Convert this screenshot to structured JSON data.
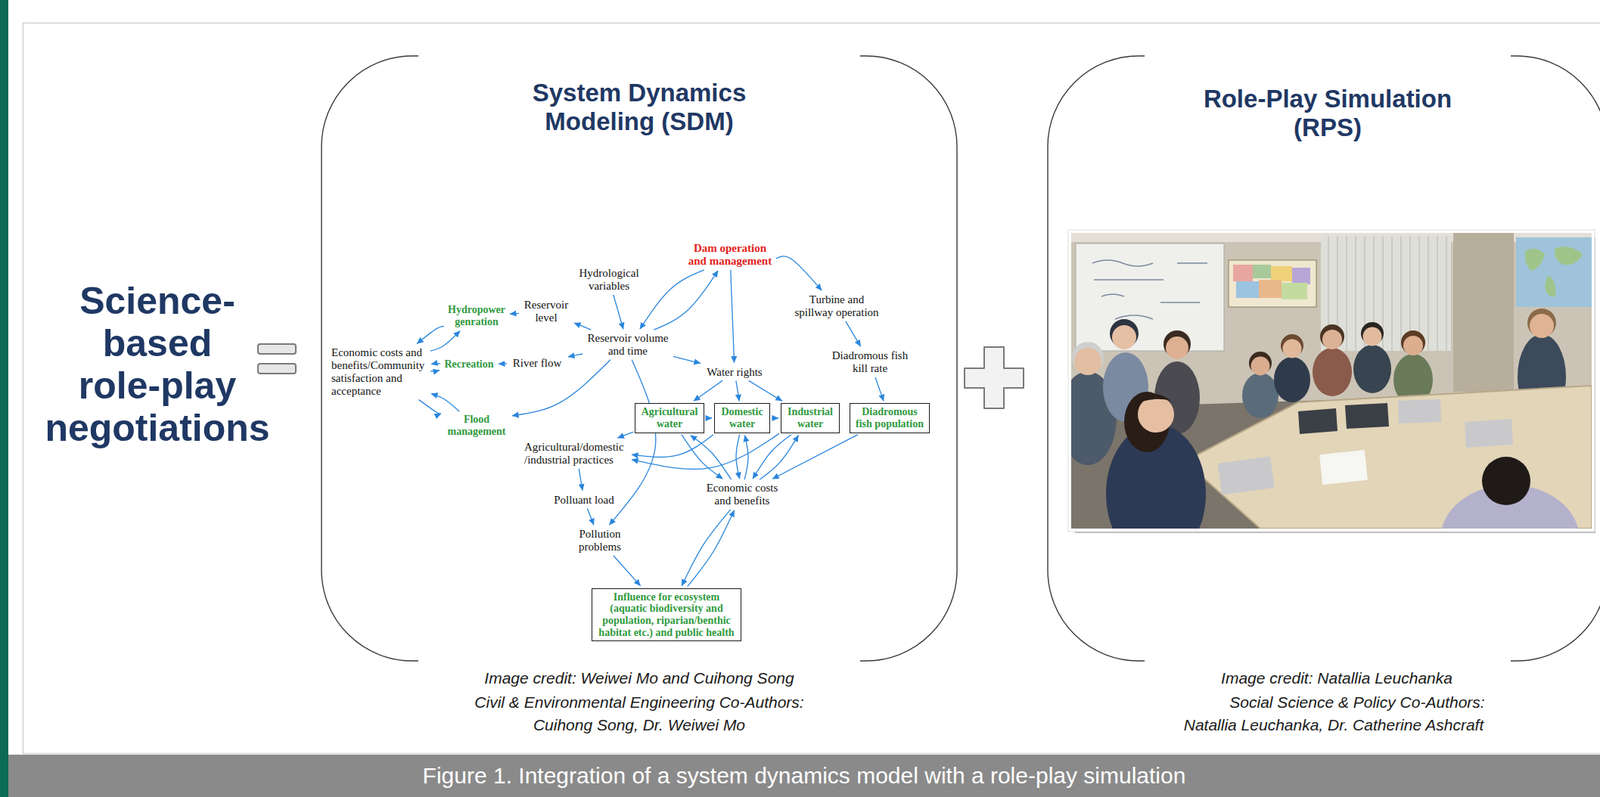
{
  "diagram": {
    "caption": "Figure 1. Integration of a system dynamics model with a role-play simulation",
    "nodes": [
      {
        "text": [
          "System Dynamics Modeling (SDM)"
        ]
      },
      {
        "text": [
          "Dam operation and management"
        ],
        "in": 0
      },
      {
        "text": [
          "Hydrological variables"
        ],
        "in": 0
      },
      {
        "text": [
          "Hydropower genration"
        ],
        "in": 0
      },
      {
        "text": [
          "Reservoir level"
        ],
        "in": 0
      },
      {
        "text": [
          "Reservoir volume and time"
        ],
        "in": 0
      },
      {
        "text": [
          "Turbine and spillway operation"
        ],
        "in": 0
      },
      {
        "text": [
          "Economic costs and benefits/Community satisfaction and acceptance"
        ],
        "in": 0
      },
      {
        "text": [
          "Recreation"
        ],
        "in": 0
      },
      {
        "text": [
          "River flow"
        ],
        "in": 0
      },
      {
        "text": [
          "Diadromous fish kill rate"
        ],
        "in": 0
      },
      {
        "text": [
          "Water rights"
        ],
        "in": 0
      },
      {
        "text": [
          "Flood management"
        ],
        "in": 0
      },
      {
        "text": [
          "Agricultural water"
        ],
        "in": 0
      },
      {
        "text": [
          "Domestic water"
        ],
        "in": 0
      },
      {
        "text": [
          "Industrial water"
        ],
        "in": 0
      },
      {
        "text": [
          "Diadromous fish population"
        ],
        "in": 0
      },
      {
        "text": [
          "Agricultural/domestic /industrial practices"
        ],
        "in": 0
      },
      {
        "text": [
          "Economic costs and benefits"
        ],
        "in": 0
      },
      {
        "text": [
          "Polluant load"
        ],
        "in": 0
      },
      {
        "text": [
          "Pollution problems"
        ],
        "in": 0
      },
      {
        "text": [
          "Influence for ecosystem (aquatic biodiversity and population, riparian/benthic habitat etc.) and public health"
        ],
        "in": 0
      },
      {
        "text": [
          "Role-Play Simulation (RPS)"
        ]
      }
    ],
    "edges": [
      {
        "from": 1,
        "to": 5,
        "arrow": "to"
      },
      {
        "from": 5,
        "to": 1,
        "arrow": "to"
      },
      {
        "from": 2,
        "to": 5,
        "arrow": "to"
      },
      {
        "from": 5,
        "to": 4,
        "arrow": "to"
      },
      {
        "from": 4,
        "to": 3,
        "arrow": "to"
      },
      {
        "from": 5,
        "to": 9,
        "arrow": "to"
      },
      {
        "from": 9,
        "to": 8,
        "arrow": "to"
      },
      {
        "from": 5,
        "to": 12,
        "arrow": "to"
      },
      {
        "from": 3,
        "to": 7,
        "arrow": "to"
      },
      {
        "from": 7,
        "to": 3,
        "arrow": "to"
      },
      {
        "from": 8,
        "to": 7,
        "arrow": "to"
      },
      {
        "from": 7,
        "to": 8,
        "arrow": "to"
      },
      {
        "from": 12,
        "to": 7,
        "arrow": "to"
      },
      {
        "from": 7,
        "to": 12,
        "arrow": "to"
      },
      {
        "from": 1,
        "to": 6,
        "arrow": "to"
      },
      {
        "from": 6,
        "to": 10,
        "arrow": "to"
      },
      {
        "from": 10,
        "to": 16,
        "arrow": "to"
      },
      {
        "from": 1,
        "to": 11,
        "arrow": "to"
      },
      {
        "from": 5,
        "to": 11,
        "arrow": "to"
      },
      {
        "from": 11,
        "to": 13,
        "arrow": "to"
      },
      {
        "from": 11,
        "to": 14,
        "arrow": "to"
      },
      {
        "from": 11,
        "to": 15,
        "arrow": "to"
      },
      {
        "from": 13,
        "to": 14,
        "arrow": "to"
      },
      {
        "from": 14,
        "to": 15,
        "arrow": "to"
      },
      {
        "from": 13,
        "to": 17,
        "arrow": "to"
      },
      {
        "from": 14,
        "to": 17,
        "arrow": "to"
      },
      {
        "from": 15,
        "to": 17,
        "arrow": "to"
      },
      {
        "from": 17,
        "to": 19,
        "arrow": "to"
      },
      {
        "from": 19,
        "to": 20,
        "arrow": "to"
      },
      {
        "from": 20,
        "to": 21,
        "arrow": "to"
      },
      {
        "from": 13,
        "to": 18,
        "arrow": "to"
      },
      {
        "from": 18,
        "to": 13,
        "arrow": "to"
      },
      {
        "from": 14,
        "to": 18,
        "arrow": "to"
      },
      {
        "from": 18,
        "to": 14,
        "arrow": "to"
      },
      {
        "from": 15,
        "to": 18,
        "arrow": "to"
      },
      {
        "from": 18,
        "to": 15,
        "arrow": "to"
      },
      {
        "from": 16,
        "to": 18,
        "arrow": "to"
      },
      {
        "from": 21,
        "to": 18,
        "arrow": "to"
      },
      {
        "from": 18,
        "to": 21,
        "arrow": "to"
      },
      {
        "from": 5,
        "to": 20,
        "arrow": "to"
      }
    ],
    "labels": [
      "Science-based role-play negotiations",
      "Image credit: Weiwei Mo and Cuihong Song",
      "Civil & Environmental Engineering Co-Authors:",
      "Cuihong Song, Dr. Weiwei Mo",
      "Image credit: Natallia Leuchanka",
      "Social Science & Policy Co-Authors:",
      "Natallia Leuchanka, Dr. Catherine Ashcraft"
    ]
  }
}
